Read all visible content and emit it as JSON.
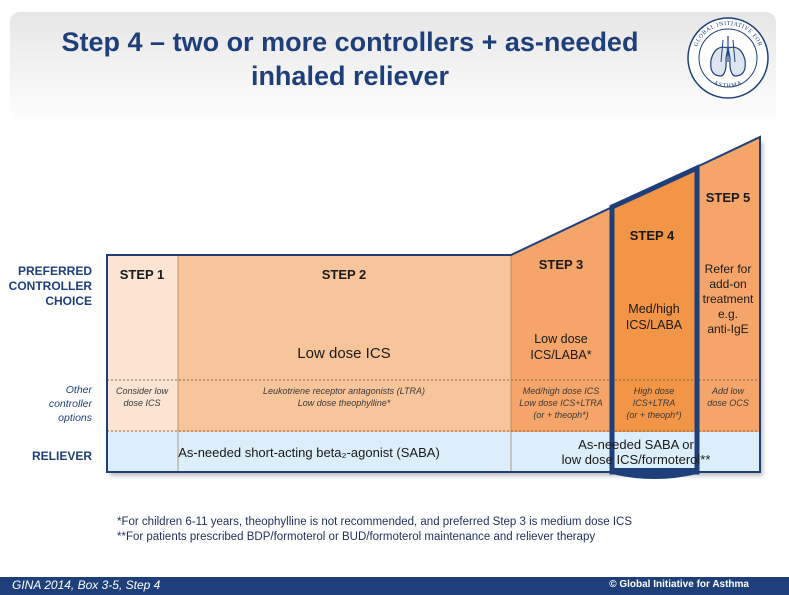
{
  "title": {
    "line1": "Step 4 – two or more controllers + as-needed",
    "line2": "inhaled reliever"
  },
  "logo": {
    "text_top": "GLOBAL INITIATIVE FOR",
    "text_bottom": "ASTHMA"
  },
  "row_labels": {
    "preferred": [
      "PREFERRED",
      "CONTROLLER",
      "CHOICE"
    ],
    "other": [
      "Other",
      "controller",
      "options"
    ],
    "reliever": "RELIEVER"
  },
  "steps": [
    {
      "label": "STEP 1",
      "preferred": [],
      "other": [
        "Consider low",
        "dose ICS"
      ]
    },
    {
      "label": "STEP 2",
      "preferred": [
        "Low dose ICS"
      ],
      "other": [
        "Leukotriene receptor antagonists (LTRA)",
        "Low dose theophylline*"
      ]
    },
    {
      "label": "STEP 3",
      "preferred": [
        "Low dose",
        "ICS/LABA*"
      ],
      "other": [
        "Med/high dose ICS",
        "Low dose ICS+LTRA",
        "(or + theoph*)"
      ]
    },
    {
      "label": "STEP 4",
      "preferred": [
        "Med/high",
        "ICS/LABA"
      ],
      "other": [
        "High dose",
        "ICS+LTRA",
        "(or + theoph*)"
      ]
    },
    {
      "label": "STEP 5",
      "preferred": [
        "Refer for",
        "add-on",
        "treatment",
        "e.g.",
        "anti-IgE"
      ],
      "other": [
        "Add low",
        "dose OCS"
      ]
    }
  ],
  "reliever": {
    "left": "As-needed short-acting beta₂-agonist (SABA)",
    "right": [
      "As-needed SABA or",
      "low dose ICS/formoterol**"
    ]
  },
  "footnotes": [
    "*For children 6-11 years, theophylline  is not recommended, and preferred Step 3 is medium dose ICS",
    "**For patients prescribed BDP/formoterol or BUD/formoterol maintenance and reliever therapy"
  ],
  "footer": {
    "left": "GINA 2014, Box 3-5, Step 4",
    "right": "© Global Initiative for Asthma"
  },
  "colors": {
    "title": "#1f3f7a",
    "step1": "#fbe4d2",
    "step2": "#f8c49a",
    "step3": "#f5a56a",
    "step4": "#f39546",
    "step5": "#f5a56a",
    "reliever": "#dbeef9",
    "outline": "#1f3f7a"
  }
}
